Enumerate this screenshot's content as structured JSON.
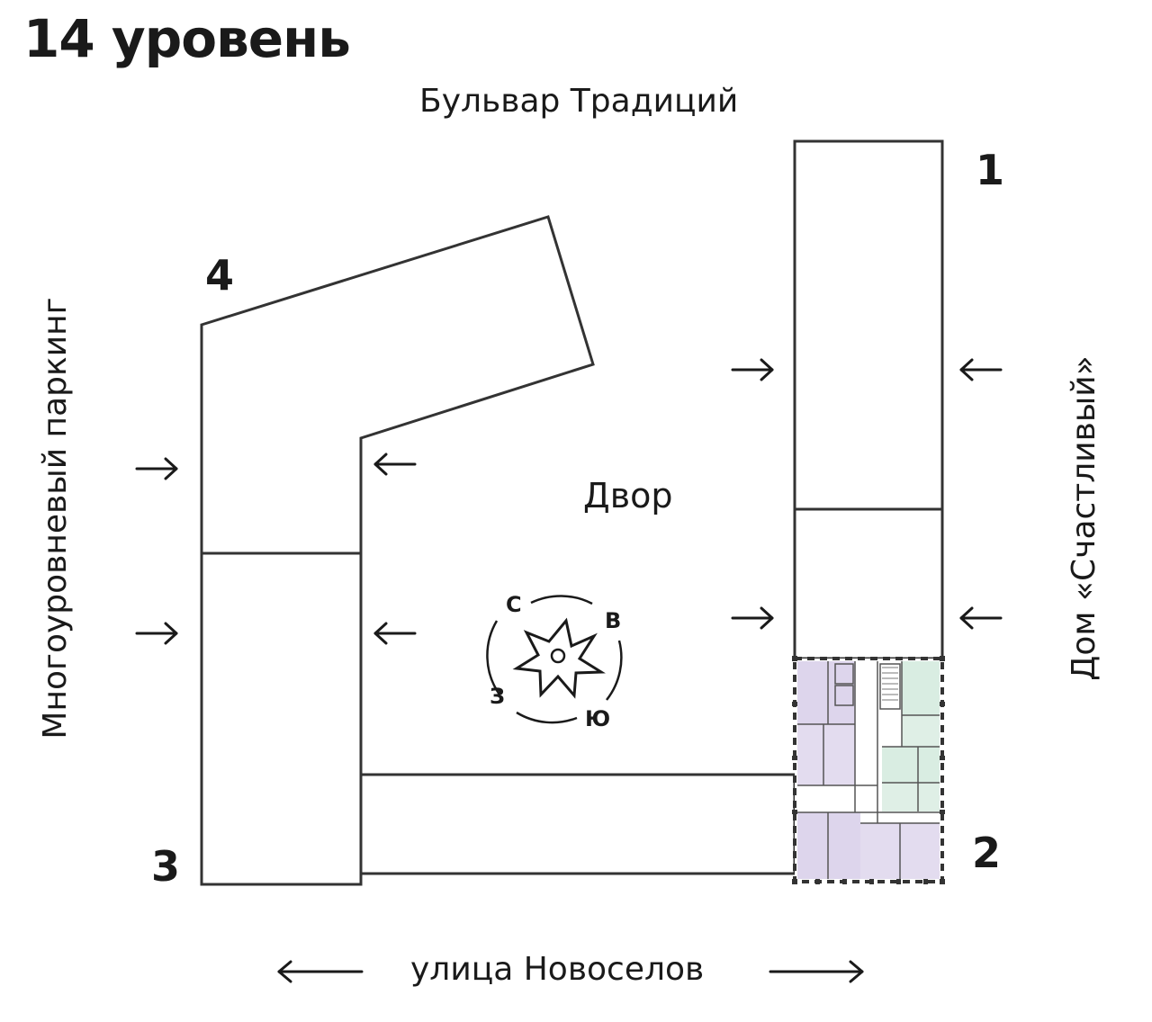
{
  "title": "14 уровень",
  "streets": {
    "top": "Бульвар Традиций",
    "bottom": "улица Новоселов",
    "left": "Многоуровневый паркинг",
    "right": "Дом «Счастливый»"
  },
  "courtyard": "Двор",
  "buildings": [
    {
      "number": "1"
    },
    {
      "number": "2"
    },
    {
      "number": "3"
    },
    {
      "number": "4"
    }
  ],
  "compass": {
    "north": "С",
    "east": "В",
    "south": "Ю",
    "west": "З"
  },
  "colors": {
    "outline": "#333333",
    "plan_purple": "#d9d2ea",
    "plan_green": "#d6ebe0"
  }
}
